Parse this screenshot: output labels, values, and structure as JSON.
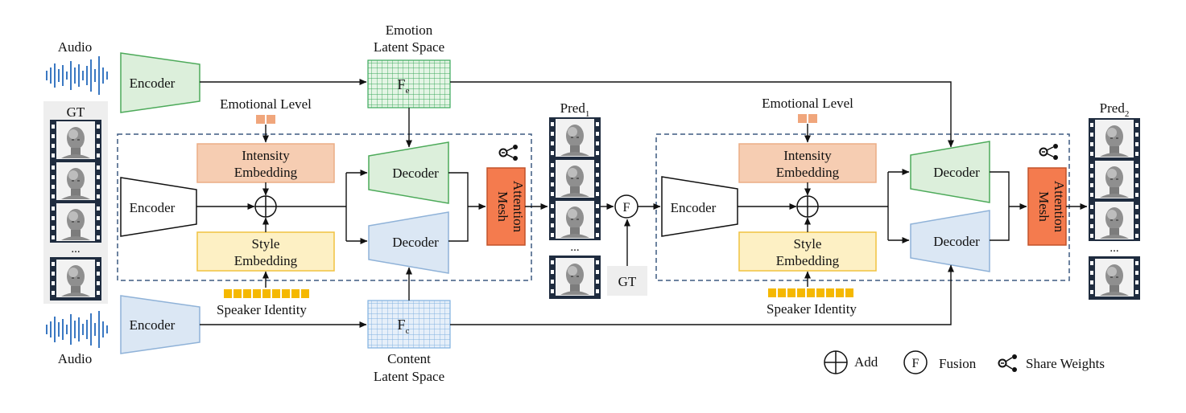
{
  "labels": {
    "audio": "Audio",
    "gt": "GT",
    "encoder": "Encoder",
    "emotion_space_line1": "Emotion",
    "emotion_space_line2": "Latent Space",
    "content_space_line1": "Content",
    "content_space_line2": "Latent Space",
    "fe_base": "F",
    "fe_sub": "e",
    "fc_base": "F",
    "fc_sub": "c",
    "emotional_level": "Emotional Level",
    "speaker_identity": "Speaker Identity",
    "intensity_1": "Intensity",
    "intensity_2": "Embedding",
    "style_1": "Style",
    "style_2": "Embedding",
    "decoder": "Decoder",
    "mesh_1": "Mesh",
    "mesh_2": "Attention",
    "pred_base": "Pred",
    "pred1_sub": "1",
    "pred2_sub": "2",
    "ellipsis": "...",
    "fusion_symbol": "F",
    "legend_add": "Add",
    "legend_fusion": "Fusion",
    "legend_share": "Share Weights"
  },
  "colors": {
    "encoder_green_fill": "#dcefdb",
    "encoder_green_stroke": "#4daa5a",
    "encoder_blue_fill": "#dbe7f4",
    "encoder_blue_stroke": "#8fb2d8",
    "intensity_fill": "#f6cdb2",
    "intensity_stroke": "#ecad85",
    "style_fill": "#fdf0c4",
    "style_stroke": "#f0c240",
    "mesh_fill": "#f47b4e",
    "mesh_stroke": "#c2532a",
    "dashed": "#3d5a80",
    "emotion_chip": "#f0a67c",
    "speaker_chip": "#f5b800"
  }
}
